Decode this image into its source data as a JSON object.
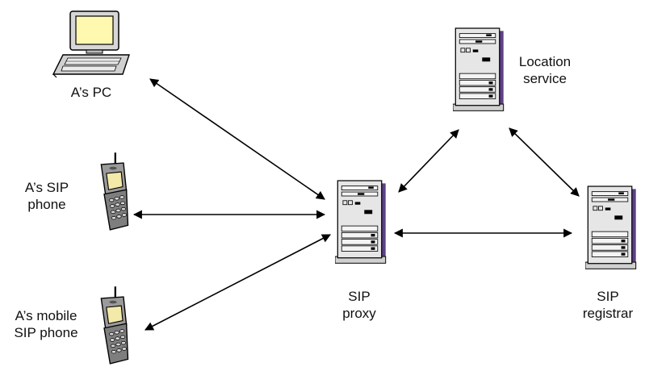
{
  "nodes": {
    "pc": {
      "label_lines": [
        "A’s PC"
      ],
      "icon": "desktop-pc-icon"
    },
    "sip_phone": {
      "label_lines": [
        "A’s SIP",
        "phone"
      ],
      "icon": "mobile-phone-icon"
    },
    "mobile_sip_phone": {
      "label_lines": [
        "A’s mobile",
        "SIP phone"
      ],
      "icon": "mobile-phone-icon"
    },
    "sip_proxy": {
      "label_lines": [
        "SIP",
        "proxy"
      ],
      "icon": "server-tower-icon"
    },
    "location_service": {
      "label_lines": [
        "Location",
        "service"
      ],
      "icon": "server-tower-icon"
    },
    "sip_registrar": {
      "label_lines": [
        "SIP",
        "registrar"
      ],
      "icon": "server-tower-icon"
    }
  },
  "connections": [
    {
      "from": "pc",
      "to": "sip_proxy",
      "style": "bidirectional-arrow"
    },
    {
      "from": "sip_phone",
      "to": "sip_proxy",
      "style": "bidirectional-arrow"
    },
    {
      "from": "mobile_sip_phone",
      "to": "sip_proxy",
      "style": "bidirectional-arrow"
    },
    {
      "from": "sip_proxy",
      "to": "location_service",
      "style": "bidirectional-arrow"
    },
    {
      "from": "sip_proxy",
      "to": "sip_registrar",
      "style": "bidirectional-arrow"
    },
    {
      "from": "location_service",
      "to": "sip_registrar",
      "style": "bidirectional-arrow"
    }
  ],
  "colors": {
    "arrow": "#000000",
    "server_body": "#e6e6e6",
    "server_shadow": "#5d3f86",
    "monitor_screen": "#fff9b0",
    "phone_screen": "#f3e9a8",
    "phone_body": "#8a8a8a"
  }
}
